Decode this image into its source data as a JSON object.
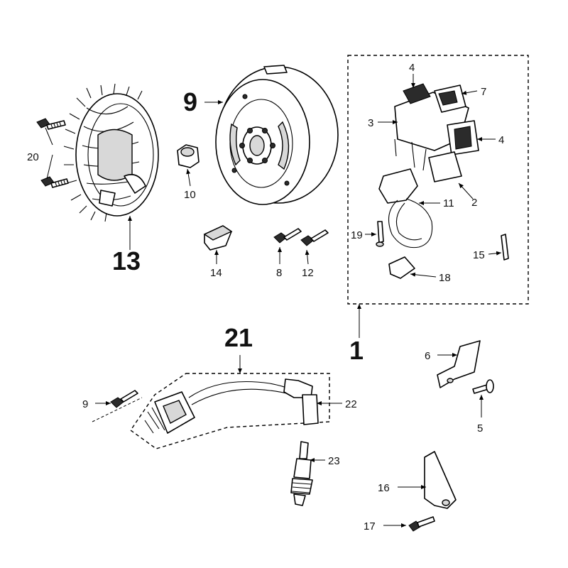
{
  "diagram": {
    "labels": {
      "p1": "1",
      "p2": "2",
      "p3": "3",
      "p4a": "4",
      "p4b": "4",
      "p5": "5",
      "p6": "6",
      "p7": "7",
      "p8": "8",
      "p9a": "9",
      "p9b": "9",
      "p10": "10",
      "p11": "11",
      "p12": "12",
      "p13": "13",
      "p14": "14",
      "p15": "15",
      "p16": "16",
      "p17": "17",
      "p18": "18",
      "p19": "19",
      "p20": "20",
      "p21": "21",
      "p22": "22",
      "p23": "23"
    }
  }
}
